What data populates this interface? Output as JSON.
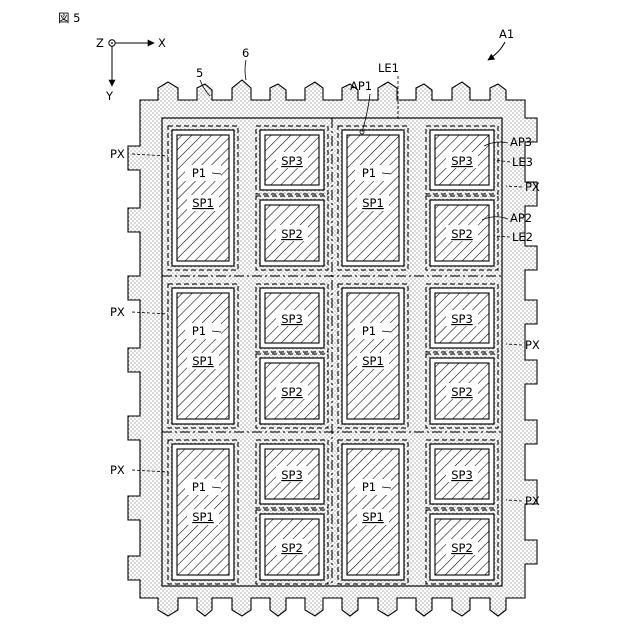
{
  "figure": {
    "title": "図 5",
    "ref_id": "A1"
  },
  "axes": {
    "origin": "Z",
    "x": "X",
    "y": "Y"
  },
  "labels": {
    "five": "5",
    "six": "6",
    "le1": "LE1",
    "ap1": "AP1",
    "ap3": "AP3",
    "le3": "LE3",
    "ap2": "AP2",
    "le2": "LE2",
    "px": "PX",
    "p1": "P1",
    "sp1": "SP1",
    "sp2": "SP2",
    "sp3": "SP3"
  }
}
